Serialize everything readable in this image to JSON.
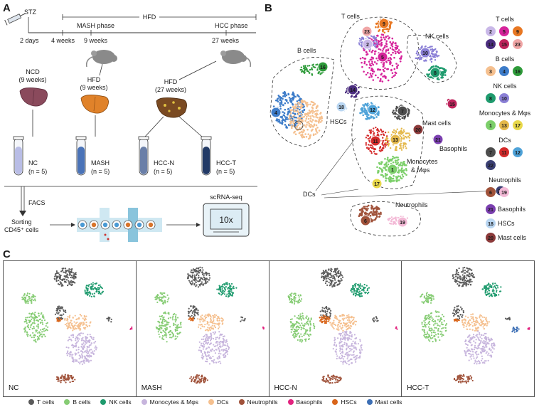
{
  "panels": {
    "a": "A",
    "b": "B",
    "c": "C"
  },
  "a": {
    "stz": "STZ",
    "hfd": "HFD",
    "mash_phase": "MASH phase",
    "hcc_phase": "HCC phase",
    "t_2days": "2 days",
    "t_4weeks": "4 weeks",
    "t_9weeks": "9 weeks",
    "t_27weeks": "27 weeks",
    "ncd_title": "NCD",
    "ncd_weeks": "(9 weeks)",
    "hfd9_title": "HFD",
    "hfd9_weeks": "(9 weeks)",
    "hfd27_title": "HFD",
    "hfd27_weeks": "(27 weeks)",
    "tubes": [
      {
        "name": "NC",
        "n": "(n = 5)",
        "color": "#b9bde6"
      },
      {
        "name": "MASH",
        "n": "(n = 5)",
        "color": "#4a73b8"
      },
      {
        "name": "HCC-N",
        "n": "(n = 5)",
        "color": "#6a7fa8"
      },
      {
        "name": "HCC-T",
        "n": "(n = 5)",
        "color": "#223a66"
      }
    ],
    "facs": "FACS",
    "sorting1": "Sorting",
    "sorting2": "CD45⁺ cells",
    "scrna": "scRNA-seq",
    "tenx": "10x"
  },
  "b": {
    "cluster_labels": {
      "t": "T cells",
      "nk": "NK cells",
      "b": "B cells",
      "hsc": "HSCs",
      "mast": "Mast cells",
      "baso": "Basophils",
      "mono1": "Monocytes",
      "mono2": "& Mφs",
      "dc": "DCs",
      "neut": "Neutrophils"
    },
    "legend": [
      {
        "title": "T cells",
        "items": [
          {
            "n": "2",
            "c": "#c9b8e8"
          },
          {
            "n": "5",
            "c": "#d6249b"
          },
          {
            "n": "9",
            "c": "#e87722"
          },
          {
            "n": "14",
            "c": "#4b2d7f"
          },
          {
            "n": "15",
            "c": "#c0245c"
          },
          {
            "n": "23",
            "c": "#f0a6a6"
          }
        ]
      },
      {
        "title": "B cells",
        "items": [
          {
            "n": "3",
            "c": "#f5c08f"
          },
          {
            "n": "4",
            "c": "#3d7cc9"
          },
          {
            "n": "16",
            "c": "#2e9b3a"
          }
        ]
      },
      {
        "title": "NK cells",
        "items": [
          {
            "n": "8",
            "c": "#1f9b6e"
          },
          {
            "n": "10",
            "c": "#8a7fd6"
          }
        ]
      },
      {
        "title": "Monocytes & Mφs",
        "items": [
          {
            "n": "1",
            "c": "#7ccf6a"
          },
          {
            "n": "13",
            "c": "#e4b84a"
          },
          {
            "n": "17",
            "c": "#e8d84a"
          }
        ]
      },
      {
        "title": "DCs",
        "items": [
          {
            "n": "7",
            "c": "#4d4d4d"
          },
          {
            "n": "11",
            "c": "#d42a2a"
          },
          {
            "n": "12",
            "c": "#4fa3d9"
          },
          {
            "n": "22",
            "c": "#3a3f73"
          }
        ]
      },
      {
        "title": "Neutrophils",
        "items": [
          {
            "n": "6",
            "c": "#a0523a"
          },
          {
            "n": "19",
            "c": "#f3b9d6"
          }
        ]
      },
      {
        "title": "",
        "items": [
          {
            "n": "21",
            "c": "#7b3fb0",
            "label": "Basophils"
          }
        ]
      },
      {
        "title": "",
        "items": [
          {
            "n": "18",
            "c": "#b9d6f2",
            "label": "HSCs"
          }
        ]
      },
      {
        "title": "",
        "items": [
          {
            "n": "20",
            "c": "#8b3a3a",
            "label": "Mast cells"
          }
        ]
      }
    ]
  },
  "c": {
    "panels": [
      "NC",
      "MASH",
      "HCC-N",
      "HCC-T"
    ],
    "legend": [
      {
        "label": "T cells",
        "color": "#5a5a5a"
      },
      {
        "label": "B cells",
        "color": "#86cc74"
      },
      {
        "label": "NK cells",
        "color": "#1f9b6e"
      },
      {
        "label": "Monocytes & Mφs",
        "color": "#c7b5dd"
      },
      {
        "label": "DCs",
        "color": "#f5c08f"
      },
      {
        "label": "Neutrophils",
        "color": "#a0523a"
      },
      {
        "label": "Basophils",
        "color": "#e2237f"
      },
      {
        "label": "HSCs",
        "color": "#d9651a"
      },
      {
        "label": "Mast cells",
        "color": "#3d6fb5"
      }
    ]
  }
}
